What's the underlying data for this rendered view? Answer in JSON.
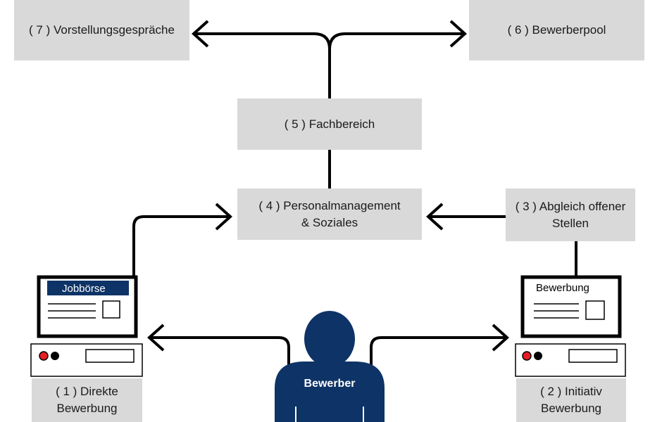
{
  "boxes": {
    "b7": {
      "label": "( 7 ) Vorstellungsgespräche"
    },
    "b6": {
      "label": "( 6 ) Bewerberpool"
    },
    "b5": {
      "label": "( 5 ) Fachbereich"
    },
    "b4": {
      "line1": "( 4 ) Personalmanagement",
      "line2": "& Soziales"
    },
    "b3": {
      "line1": "( 3 ) Abgleich offener",
      "line2": "Stellen"
    },
    "b1": {
      "line1": "( 1 ) Direkte",
      "line2": "Bewerbung"
    },
    "b2": {
      "line1": "( 2 ) Initiativ",
      "line2": "Bewerbung"
    }
  },
  "screens": {
    "left": {
      "title": "Jobbörse"
    },
    "right": {
      "title": "Bewerbung"
    }
  },
  "person": {
    "label": "Bewerber"
  },
  "colors": {
    "navy": "#0e3366",
    "box": "#d9d9d9",
    "line": "#000000",
    "red": "#e31e24"
  }
}
